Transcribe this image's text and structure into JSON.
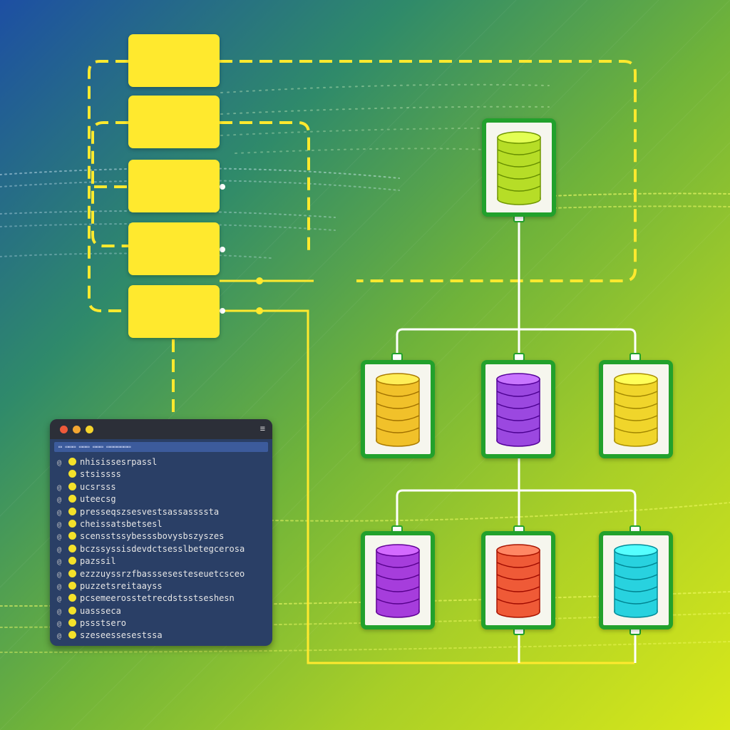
{
  "colors": {
    "block": "#ffe92e",
    "dashed_line": "#ffe92e",
    "card_border": "#22a12c",
    "connector": "#ffffff",
    "window_bg": "#2a3f66"
  },
  "blocks": [
    "block-1",
    "block-2",
    "block-3",
    "block-4",
    "block-5"
  ],
  "databases": [
    {
      "id": "db-top",
      "color": "#b6dd27"
    },
    {
      "id": "db-mid-left",
      "color": "#f1c12a"
    },
    {
      "id": "db-mid-center",
      "color": "#9b48e0"
    },
    {
      "id": "db-mid-right",
      "color": "#f0d52b"
    },
    {
      "id": "db-bottom-left",
      "color": "#a63ddc"
    },
    {
      "id": "db-bottom-center",
      "color": "#ef5a37"
    },
    {
      "id": "db-bottom-right",
      "color": "#28d2df"
    }
  ],
  "code_window": {
    "menu_icon": "≡",
    "toolbar_text": "▭ ▭▭▭ ▭▭▭ ▭▭▭ ▭▭▭▭▭▭▭",
    "lines": [
      {
        "gutter": "@",
        "text": "nhisissesrpassl"
      },
      {
        "gutter": "",
        "text": "stsissss"
      },
      {
        "gutter": "@",
        "text": "ucsrsss"
      },
      {
        "gutter": "@",
        "text": "uteecsg"
      },
      {
        "gutter": "@",
        "text": "presseqszsesvestsassassssta"
      },
      {
        "gutter": "@",
        "text": "cheissatsbetsesl"
      },
      {
        "gutter": "@",
        "text": "scensstssybesssbovysbszyszes"
      },
      {
        "gutter": "@",
        "text": "bczssyssisdevdctsesslbetegcerosa"
      },
      {
        "gutter": "@",
        "text": "pazssil"
      },
      {
        "gutter": "@",
        "text": "ezzzuyssrzfbasssesesteseuetcsceo"
      },
      {
        "gutter": "@",
        "text": "puzzetsreitaayss"
      },
      {
        "gutter": "@",
        "text": "pcsemeerosstetrecdstsstseshesn"
      },
      {
        "gutter": "@",
        "text": "uassseca"
      },
      {
        "gutter": "@",
        "text": "pssstsero"
      },
      {
        "gutter": "@",
        "text": "szeseessesestssa"
      }
    ]
  }
}
